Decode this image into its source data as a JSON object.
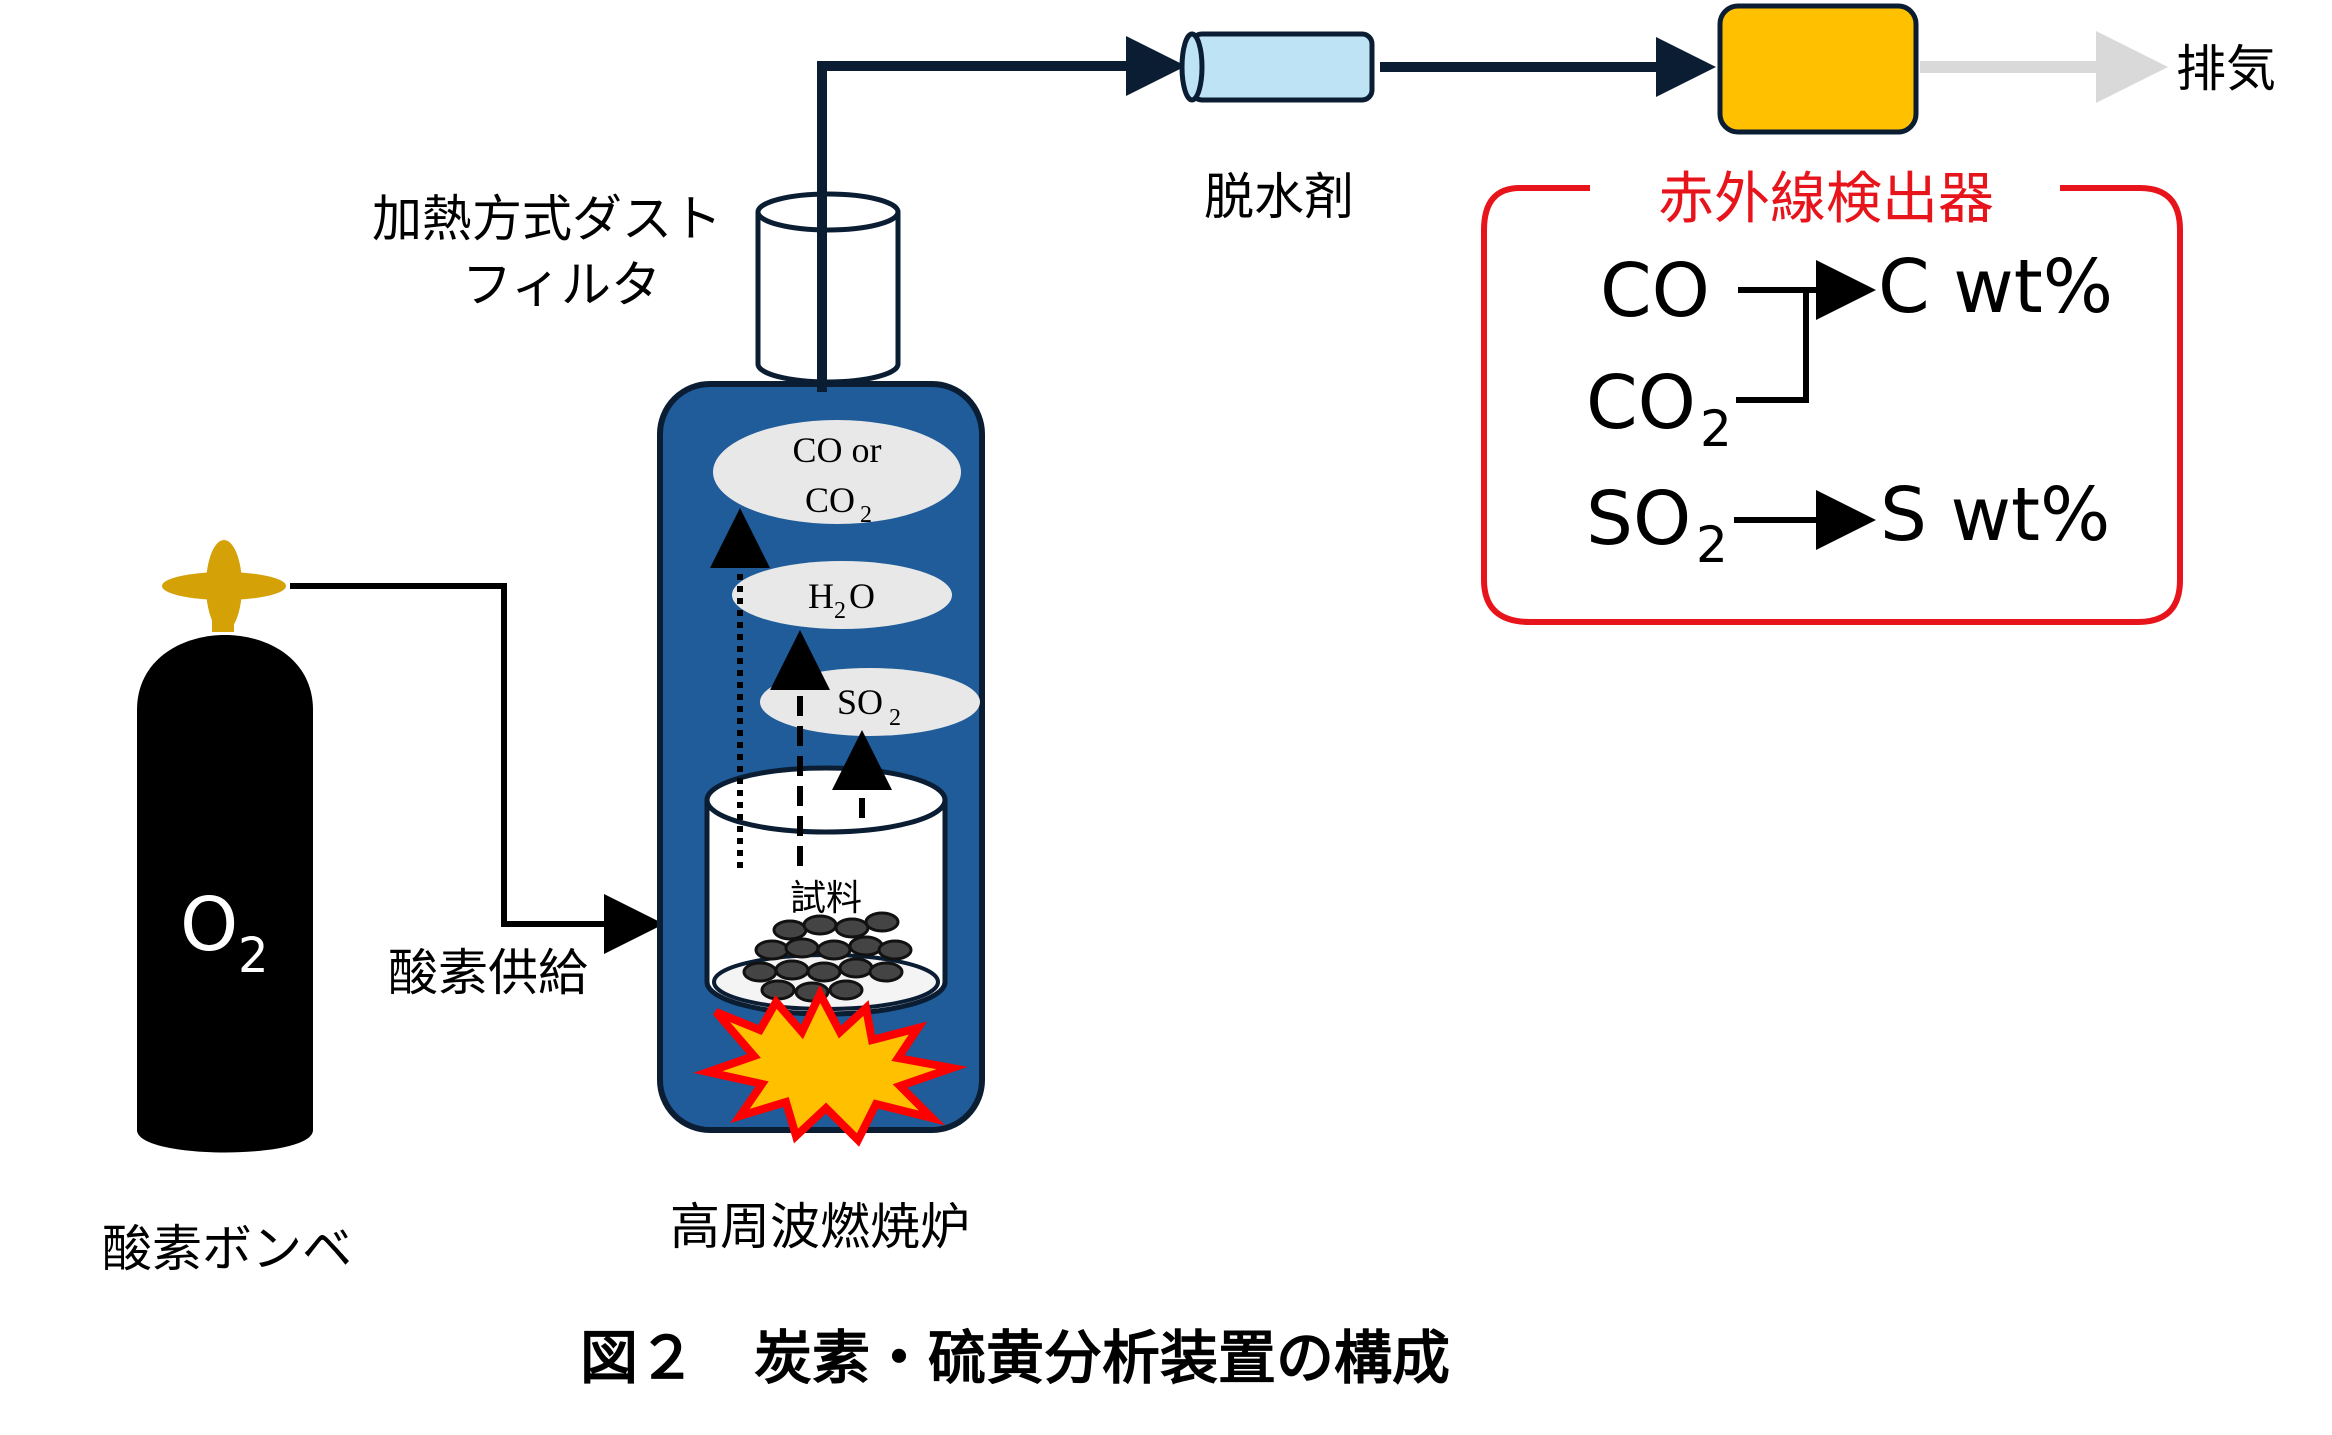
{
  "labels": {
    "exhaust": "排気",
    "dehydrator": "脱水剤",
    "dust_filter_line1": "加熱方式ダスト",
    "dust_filter_line2": "フィルタ",
    "oxygen_supply": "酸素供給",
    "oxygen_cylinder": "酸素ボンベ",
    "furnace": "高周波燃焼炉",
    "sample": "試料",
    "cylinder_label": "O",
    "cylinder_label_sub": "2"
  },
  "gases": {
    "co_or_co2_line1": "CO or",
    "co_or_co2_line2": "CO",
    "co_or_co2_sub": "2",
    "h2o_h": "H",
    "h2o_sub": "2",
    "h2o_o": "O",
    "so2": "SO",
    "so2_sub": "2"
  },
  "detector": {
    "title": "赤外線検出器",
    "co": "CO",
    "co2": "CO",
    "co2_sub": "2",
    "so2": "SO",
    "so2_sub": "2",
    "c_result": "C wt%",
    "s_result": "S wt%"
  },
  "caption": "図２　炭素・硫黄分析装置の構成",
  "colors": {
    "furnace_blue": "#1F5C99",
    "detector_red": "#E8141B",
    "analyzer_orange": "#FFC000",
    "dehydrator_blue": "#BDE3F5",
    "valve_gold": "#D4A106",
    "flame_yellow": "#FFC000",
    "flame_red": "#FF0000"
  }
}
